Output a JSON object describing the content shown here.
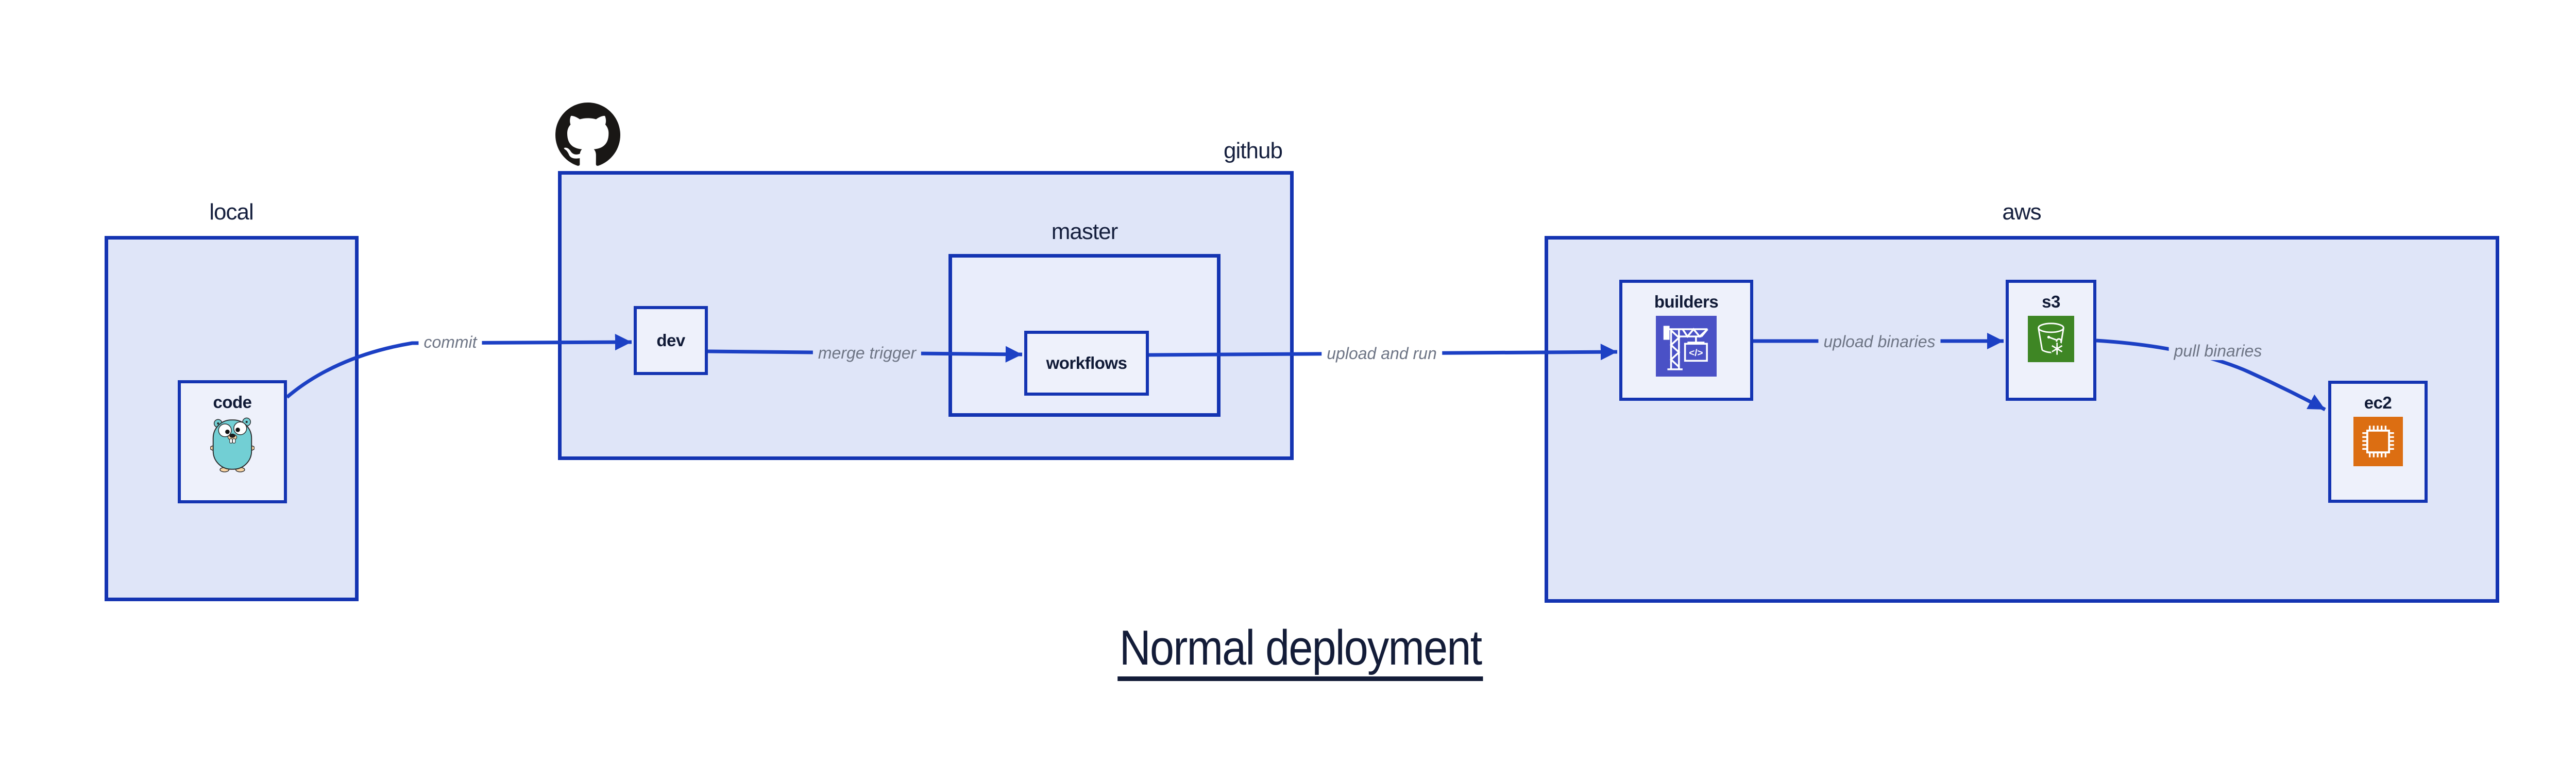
{
  "title": "Normal deployment",
  "groups": {
    "local": {
      "label": "local"
    },
    "github": {
      "label": "github"
    },
    "master": {
      "label": "master"
    },
    "aws": {
      "label": "aws"
    }
  },
  "nodes": {
    "code": {
      "label": "code"
    },
    "dev": {
      "label": "dev"
    },
    "workflows": {
      "label": "workflows"
    },
    "builders": {
      "label": "builders",
      "icon_glyph": "</>"
    },
    "s3": {
      "label": "s3"
    },
    "ec2": {
      "label": "ec2"
    }
  },
  "edges": {
    "commit": {
      "label": "commit"
    },
    "merge_trigger": {
      "label": "merge trigger"
    },
    "upload_and_run": {
      "label": "upload and run"
    },
    "upload_binaries": {
      "label": "upload binaries"
    },
    "pull_binaries": {
      "label": "pull binaries"
    }
  },
  "icons": {
    "github_logo": "github-octocat-icon",
    "code": "go-gopher-icon",
    "builders": "crane-build-icon",
    "s3": "bucket-snowflake-icon",
    "ec2": "cpu-chip-icon"
  },
  "colors": {
    "box_border": "#1434b2",
    "arrow": "#1c40c4",
    "group_fill": "#dfe5f8",
    "master_fill": "#e9edfb",
    "node_fill": "#eef1fb",
    "dark_text": "#131c38",
    "edge_label_text": "#6e7585",
    "builders_icon_bg": "#4a51c6",
    "s3_icon_bg": "#3e8624",
    "ec2_icon_bg": "#dc6e12",
    "octocat": "#191715",
    "gopher_body": "#72cfd4"
  }
}
